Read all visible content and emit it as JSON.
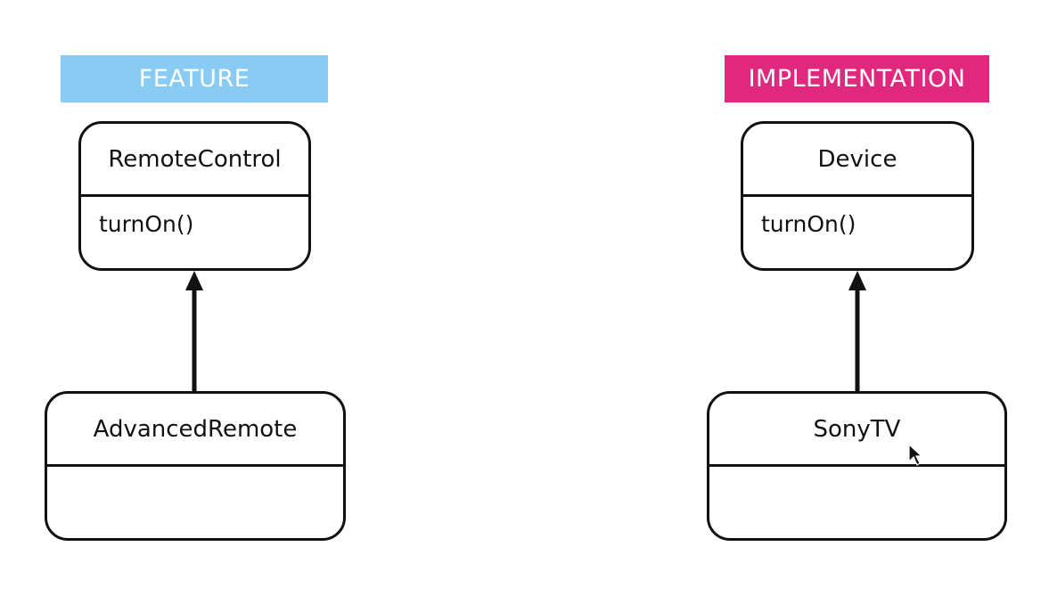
{
  "labels": {
    "feature": "FEATURE",
    "implementation": "IMPLEMENTATION"
  },
  "colors": {
    "feature": "#89cbf2",
    "implementation": "#e0287f",
    "stroke": "#111111"
  },
  "classes": {
    "remote_control": {
      "name": "RemoteControl",
      "methods": [
        "turnOn()"
      ]
    },
    "advanced_remote": {
      "name": "AdvancedRemote",
      "methods": []
    },
    "device": {
      "name": "Device",
      "methods": [
        "turnOn()"
      ]
    },
    "sony_tv": {
      "name": "SonyTV",
      "methods": []
    }
  },
  "icons": {
    "cursor": "mouse-pointer-icon",
    "arrow": "inheritance-arrow-icon"
  }
}
